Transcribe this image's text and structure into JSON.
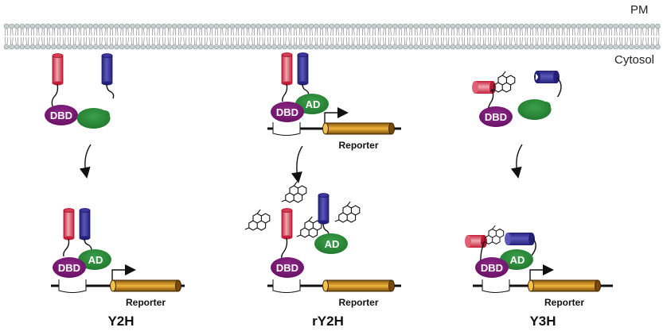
{
  "labels": {
    "pm": "PM",
    "cytosol": "Cytosol"
  },
  "panels": [
    {
      "id": "y2h",
      "title": "Y2H",
      "reporter": "Reporter",
      "dbd": "DBD",
      "ad": "AD",
      "ligand": false
    },
    {
      "id": "ry2h",
      "title": "rY2H",
      "reporter": "Reporter",
      "dbd": "DBD",
      "ad": "AD",
      "ligand": true
    },
    {
      "id": "y3h",
      "title": "Y3H",
      "reporter": "Reporter",
      "dbd": "DBD",
      "ad": "AD",
      "ligand": true
    }
  ],
  "top_states": [
    {
      "panel": "y2h",
      "reporter": null
    },
    {
      "panel": "ry2h",
      "reporter": "Reporter"
    },
    {
      "panel": "y3h",
      "reporter": null
    }
  ],
  "colors": {
    "bait_red": "#d0283e",
    "prey_blue": "#2e2a8c",
    "dbd_purple": "#7a1a78",
    "ad_green": "#2f8a3a",
    "reporter_gold": "#c98a1a",
    "membrane_head": "#c9d0d0",
    "dna_line": "#111111"
  }
}
